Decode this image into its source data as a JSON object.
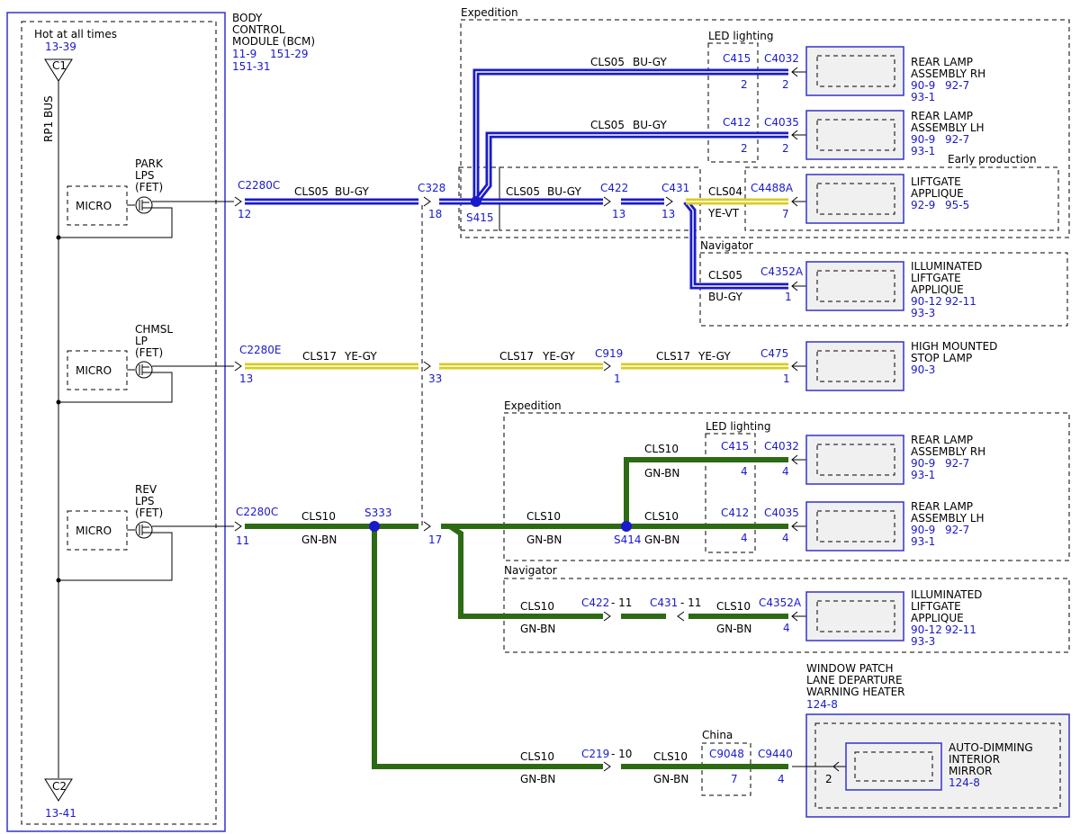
{
  "bcm": {
    "hot_label": "Hot at all times",
    "c1_ref": "13-39",
    "c1": "C1",
    "bus_label": "RP1 BUS",
    "c2": "C2",
    "c2_ref": "13-41",
    "title1": "BODY",
    "title2": "CONTROL",
    "title3": "MODULE (BCM)",
    "ref1a": "11-9",
    "ref1b": "151-29",
    "ref2": "151-31",
    "micro": "MICRO",
    "park": [
      "PARK",
      "LPS",
      "(FET)"
    ],
    "chmsl": [
      "CHMSL",
      "LP",
      "(FET)"
    ],
    "rev": [
      "REV",
      "LPS",
      "(FET)"
    ]
  },
  "regions": {
    "expedition": "Expedition",
    "led_lighting": "LED lighting",
    "early_production": "Early production",
    "navigator": "Navigator",
    "china": "China"
  },
  "circuits": {
    "cls05": "CLS05",
    "cls04": "CLS04",
    "cls17": "CLS17",
    "cls10": "CLS10",
    "bu_gy": "BU-GY",
    "ye_vt": "YE-VT",
    "ye_gy": "YE-GY",
    "gn_bn": "GN-BN"
  },
  "connectors": {
    "c2280c": "C2280C",
    "c2280e": "C2280E",
    "c328": "C328",
    "c415": "C415",
    "c412": "C412",
    "c4032": "C4032",
    "c4035": "C4035",
    "c422": "C422",
    "c431": "C431",
    "c4488a": "C4488A",
    "c4352a": "C4352A",
    "c919": "C919",
    "c475": "C475",
    "c219": "C219",
    "c9048": "C9048",
    "c9440": "C9440",
    "s415": "S415",
    "s333": "S333",
    "s414": "S414"
  },
  "pins": {
    "p12": "12",
    "p18": "18",
    "p13": "13",
    "p2": "2",
    "p7": "7",
    "p1": "1",
    "p33": "33",
    "p11": "11",
    "p17": "17",
    "p4": "4",
    "d11": "- 11",
    "d10": "- 10"
  },
  "loads": {
    "rear_rh": [
      "REAR LAMP",
      "ASSEMBLY RH"
    ],
    "rear_rh_refs": [
      "90-9",
      "92-7",
      "93-1"
    ],
    "rear_lh": [
      "REAR LAMP",
      "ASSEMBLY LH"
    ],
    "rear_lh_refs": [
      "90-9",
      "92-7",
      "93-1"
    ],
    "liftgate": [
      "LIFTGATE",
      "APPLIQUE"
    ],
    "liftgate_refs": [
      "92-9",
      "95-5"
    ],
    "illum": [
      "ILLUMINATED",
      "LIFTGATE",
      "APPLIQUE"
    ],
    "illum_refs": [
      "90-12",
      "92-11",
      "93-3"
    ],
    "hmsl": [
      "HIGH MOUNTED",
      "STOP LAMP"
    ],
    "hmsl_ref": "90-3",
    "window": [
      "WINDOW PATCH",
      "LANE DEPARTURE",
      "WARNING HEATER"
    ],
    "window_ref": "124-8",
    "mirror": [
      "AUTO-DIMMING",
      "INTERIOR",
      "MIRROR"
    ],
    "mirror_ref": "124-8",
    "mirror_pin": "2"
  },
  "colors": {
    "connector_text": "#1a1acc",
    "wire_blue": "#1a1acc",
    "wire_yellow": "#d8cc20",
    "wire_green": "#2d6a14"
  }
}
